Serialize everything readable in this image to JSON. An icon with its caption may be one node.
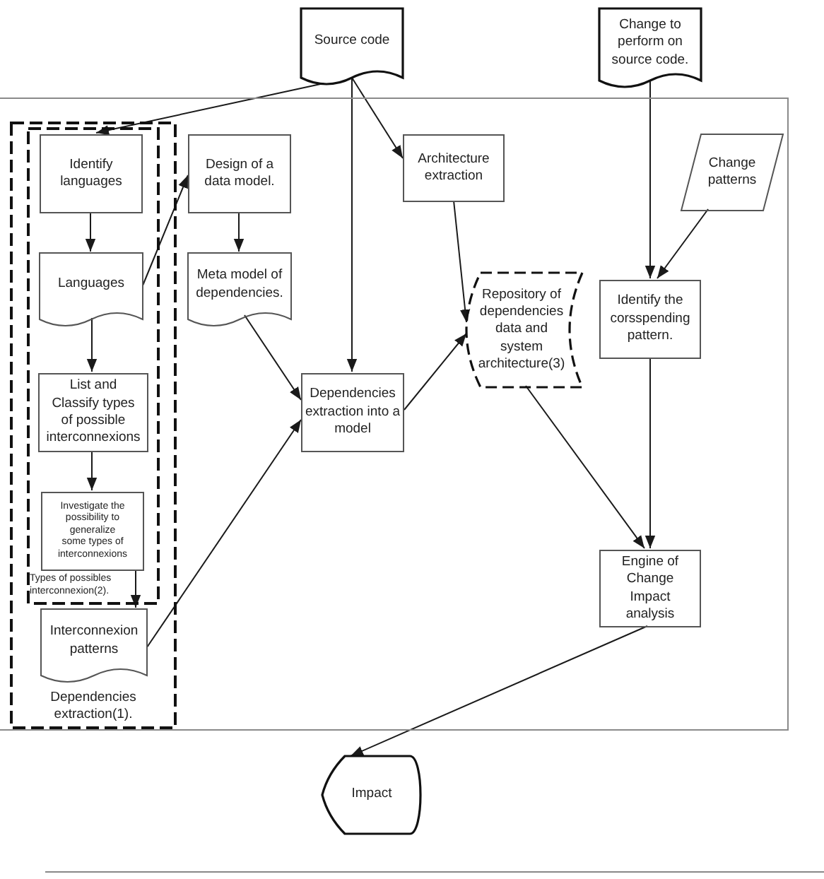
{
  "diagram": {
    "nodes": [
      {
        "text": [
          "Source code"
        ]
      },
      {
        "text": [
          "Change to perform on source code."
        ]
      },
      {
        "text": [],
        "shape": "box"
      },
      {
        "text": [
          "Dependencies extraction(1)."
        ],
        "in": 2
      },
      {
        "text": [
          "Types of possibles interconnexion(2)."
        ],
        "in": 3
      },
      {
        "text": [
          "Identify languages"
        ],
        "in": 4
      },
      {
        "text": [
          "Languages"
        ],
        "in": 4
      },
      {
        "text": [
          "List and Classify types of possible interconnexions"
        ],
        "in": 4
      },
      {
        "text": [
          "Investigate the possibility to generalize some types of interconnexions"
        ],
        "in": 4
      },
      {
        "text": [
          "Interconnexion patterns"
        ],
        "in": 3
      },
      {
        "text": [
          "Design of a data model."
        ],
        "in": 2
      },
      {
        "text": [
          "Meta model of dependencies."
        ],
        "in": 2
      },
      {
        "text": [
          "Architecture extraction"
        ],
        "in": 2
      },
      {
        "text": [
          "Dependencies extraction into a model"
        ],
        "in": 2
      },
      {
        "text": [
          "Repository of dependencies data and system architecture(3)"
        ],
        "in": 2
      },
      {
        "text": [
          "Change patterns"
        ],
        "in": 2
      },
      {
        "text": [
          "Identify the corsspending pattern."
        ],
        "in": 2
      },
      {
        "text": [
          "Engine of Change Impact analysis"
        ],
        "in": 2
      },
      {
        "text": [
          "Impact"
        ]
      }
    ],
    "edges": [
      {
        "from": 0,
        "to": 5,
        "arrow": "to"
      },
      {
        "from": 0,
        "to": 12,
        "arrow": "to"
      },
      {
        "from": 0,
        "to": 13,
        "arrow": "to"
      },
      {
        "from": 5,
        "to": 6,
        "arrow": "to"
      },
      {
        "from": 6,
        "to": 10,
        "arrow": "to"
      },
      {
        "from": 10,
        "to": 11,
        "arrow": "to"
      },
      {
        "from": 6,
        "to": 7,
        "arrow": "to"
      },
      {
        "from": 7,
        "to": 8,
        "arrow": "to"
      },
      {
        "from": 8,
        "to": 9,
        "arrow": "to"
      },
      {
        "from": 11,
        "to": 13,
        "arrow": "to"
      },
      {
        "from": 9,
        "to": 13,
        "arrow": "to"
      },
      {
        "from": 13,
        "to": 14,
        "arrow": "to"
      },
      {
        "from": 12,
        "to": 14,
        "arrow": "to"
      },
      {
        "from": 1,
        "to": 16,
        "arrow": "to"
      },
      {
        "from": 15,
        "to": 16,
        "arrow": "to"
      },
      {
        "from": 16,
        "to": 17,
        "arrow": "to"
      },
      {
        "from": 14,
        "to": 17,
        "arrow": "to"
      },
      {
        "from": 17,
        "to": 18,
        "arrow": "to"
      }
    ]
  }
}
